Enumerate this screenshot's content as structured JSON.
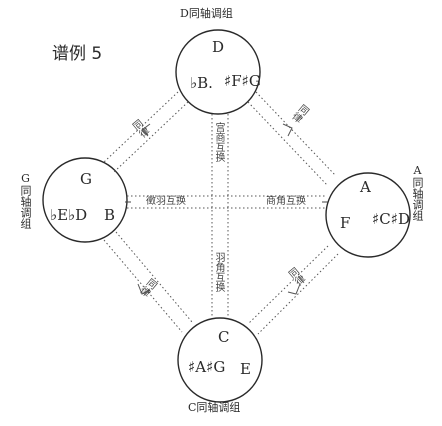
{
  "title": "谱例 5",
  "colors": {
    "ink": "#2a2a2a",
    "dots": "#555555"
  },
  "nodes": {
    "top": {
      "caption": "D同轴调组",
      "top": "D",
      "left": "♭B.",
      "right": "♯F♯G"
    },
    "left": {
      "caption": "G同轴调组",
      "top": "G",
      "left": "♭E♭D",
      "right": "B"
    },
    "right": {
      "caption": "A同轴调组",
      "top": "A",
      "left": "F",
      "right": "♯C♯D"
    },
    "bottom": {
      "caption": "C同轴调组",
      "top": "C",
      "left": "♯A♯G",
      "right": "E"
    }
  },
  "edges": {
    "top_left": "同律",
    "top_right": "同律",
    "bottom_left": "同律",
    "bottom_right": "同律",
    "vertical_upper": "宫商互换",
    "vertical_lower": "羽角互换",
    "horizontal_left": "徵羽互换",
    "horizontal_right": "商角互换"
  }
}
